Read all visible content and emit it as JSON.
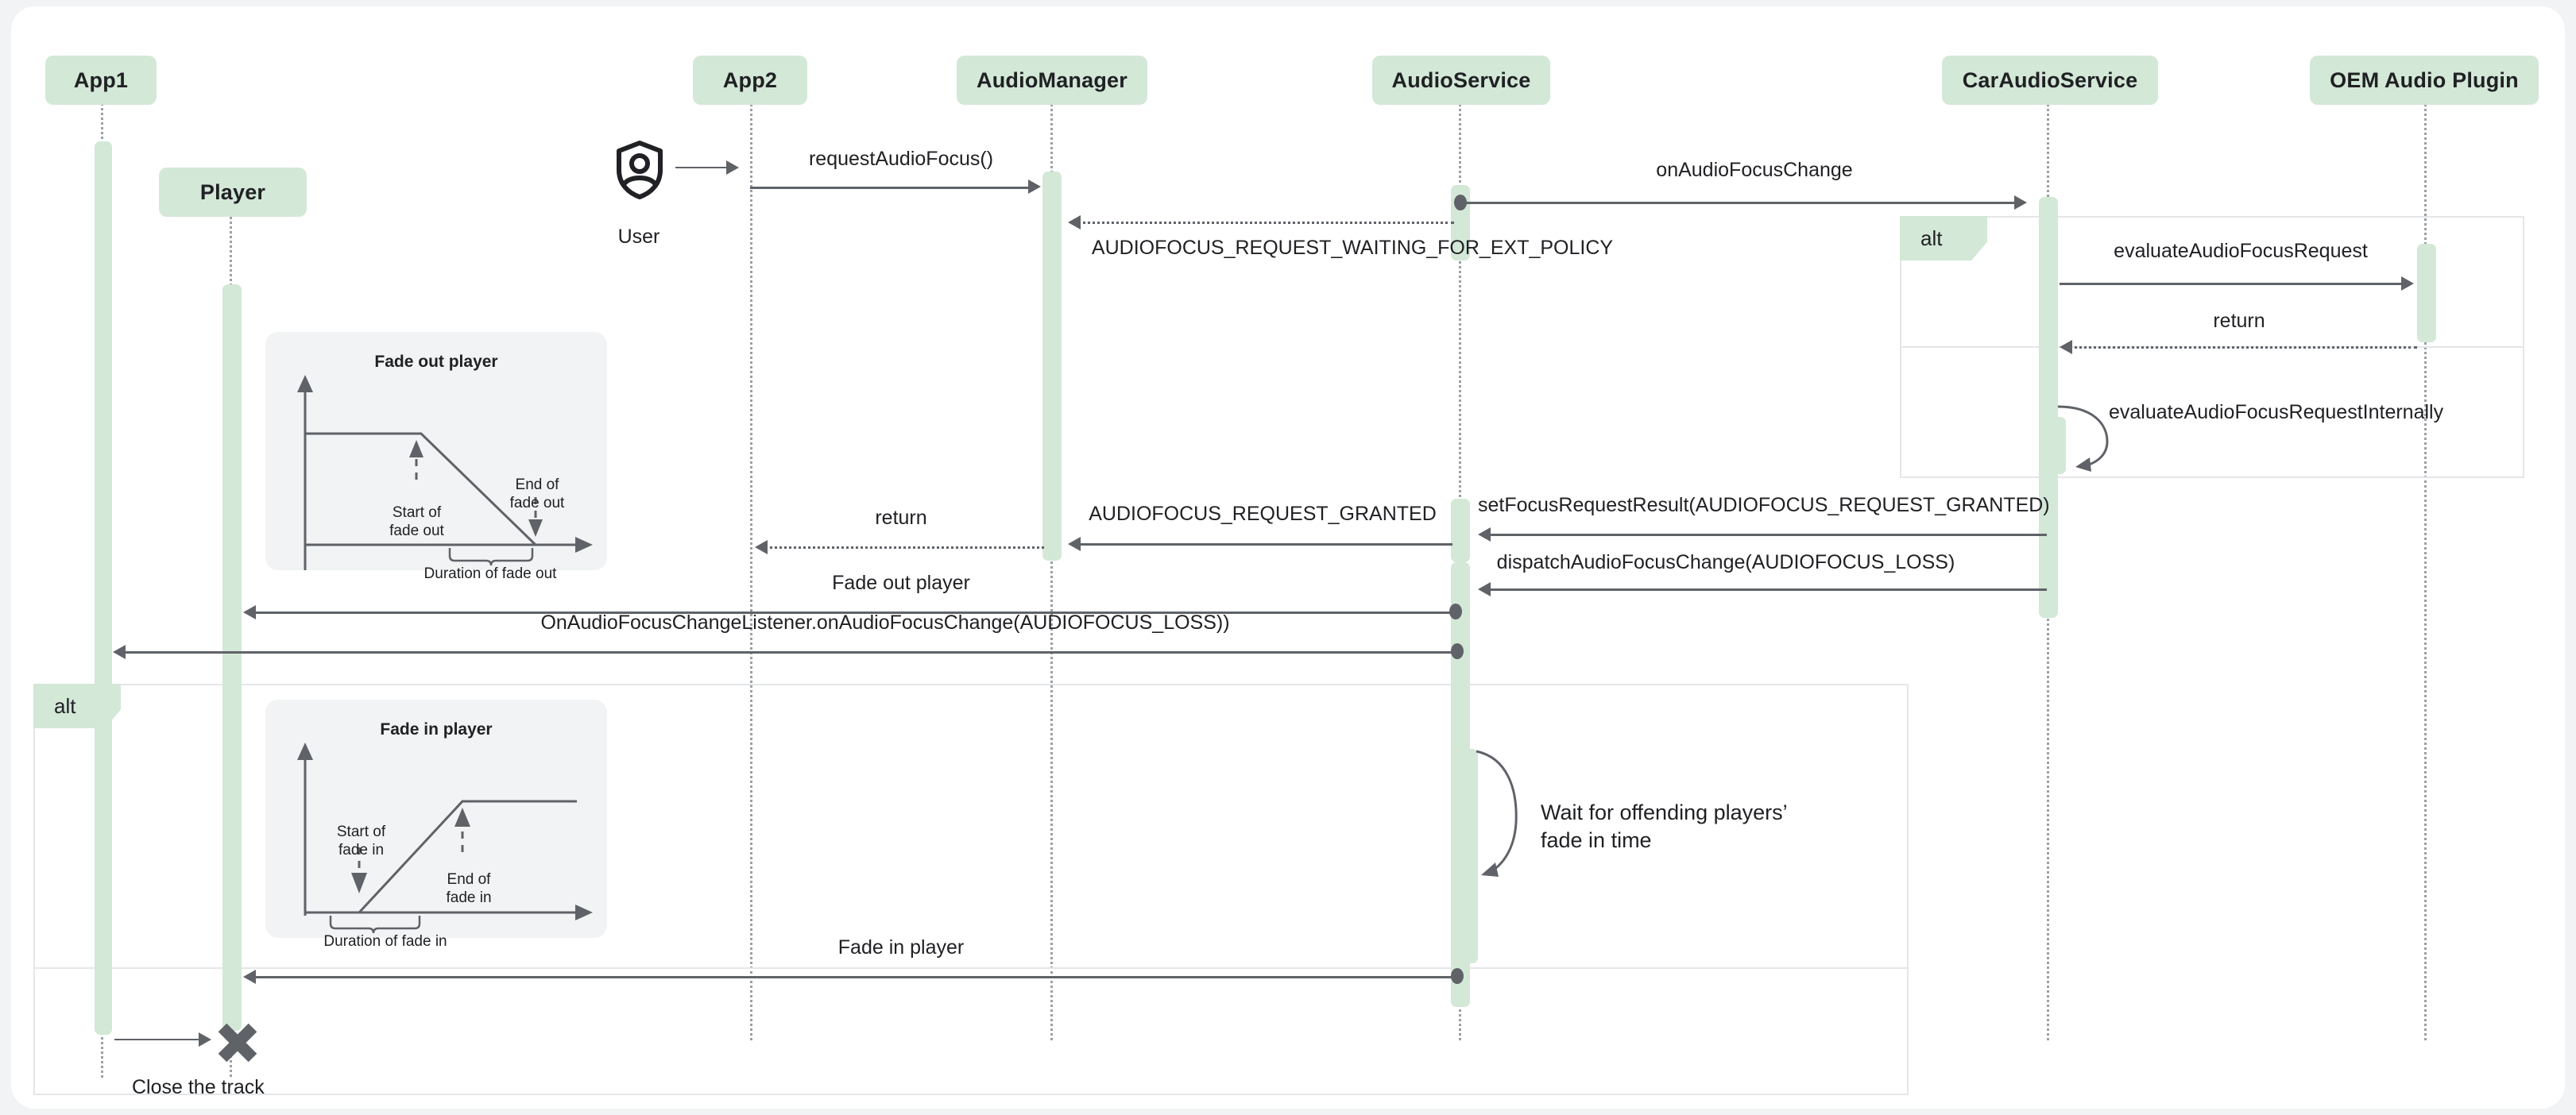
{
  "diagram": {
    "type": "uml-sequence-diagram",
    "colors": {
      "participant_fill": "#d3e8d7",
      "activation_fill": "#d3e8d7",
      "line": "#5f6368",
      "note_fill": "#f1f3f4",
      "frame_border": "#e4e6e8",
      "canvas": "#ffffff",
      "page_background": "#f1f3f4"
    },
    "participants": [
      {
        "id": "app1",
        "label": "App1"
      },
      {
        "id": "player",
        "label": "Player"
      },
      {
        "id": "app2",
        "label": "App2"
      },
      {
        "id": "audiomgr",
        "label": "AudioManager"
      },
      {
        "id": "audiosvc",
        "label": "AudioService"
      },
      {
        "id": "caraudiosvc",
        "label": "CarAudioService"
      },
      {
        "id": "oemplugin",
        "label": "OEM Audio Plugin"
      }
    ],
    "actor": {
      "label": "User",
      "icon": "user-shield-icon"
    },
    "messages": [
      {
        "id": "m0",
        "label": "requestAudioFocus()",
        "from": "app2",
        "to": "audiomgr",
        "style": "solid"
      },
      {
        "id": "m1",
        "label": "onAudioFocusChange",
        "from": "audiosvc",
        "to": "caraudiosvc",
        "style": "solid"
      },
      {
        "id": "m2",
        "label": "AUDIOFOCUS_REQUEST_WAITING_FOR_EXT_POLICY",
        "from": "audiosvc",
        "to": "audiomgr",
        "style": "dotted"
      },
      {
        "id": "m3",
        "label": "evaluateAudioFocusRequest",
        "from": "caraudiosvc",
        "to": "oemplugin",
        "style": "solid"
      },
      {
        "id": "m4",
        "label": "return",
        "from": "oemplugin",
        "to": "caraudiosvc",
        "style": "dotted"
      },
      {
        "id": "m5",
        "label": "evaluateAudioFocusRequestInternally",
        "from": "caraudiosvc",
        "to": "caraudiosvc",
        "style": "self"
      },
      {
        "id": "m6",
        "label": "setFocusRequestResult(AUDIOFOCUS_REQUEST_GRANTED)",
        "from": "caraudiosvc",
        "to": "audiosvc",
        "style": "solid"
      },
      {
        "id": "m7",
        "label": "AUDIOFOCUS_REQUEST_GRANTED",
        "from": "audiosvc",
        "to": "audiomgr",
        "style": "solid"
      },
      {
        "id": "m8",
        "label": "return",
        "from": "audiomgr",
        "to": "app2",
        "style": "dotted"
      },
      {
        "id": "m9",
        "label": "dispatchAudioFocusChange(AUDIOFOCUS_LOSS)",
        "from": "caraudiosvc",
        "to": "audiosvc",
        "style": "solid"
      },
      {
        "id": "m10",
        "label": "Fade out player",
        "from": "audiosvc",
        "to": "player",
        "style": "solid"
      },
      {
        "id": "m11",
        "label": "OnAudioFocusChangeListener.onAudioFocusChange(AUDIOFOCUS_LOSS))",
        "from": "audiosvc",
        "to": "app1",
        "style": "solid"
      },
      {
        "id": "m12",
        "label": "Fade in player",
        "from": "audiosvc",
        "to": "player",
        "style": "solid"
      },
      {
        "id": "m13",
        "label": "Close the track",
        "from": "app1",
        "to": "player",
        "style": "solid"
      }
    ],
    "self_note": "Wait for offending players’\n fade in time",
    "fragments": [
      {
        "id": "alt-right",
        "label": "alt",
        "participants": [
          "caraudiosvc",
          "oemplugin"
        ]
      },
      {
        "id": "alt-left",
        "label": "alt",
        "participants": [
          "app1",
          "player",
          "audiosvc"
        ]
      }
    ],
    "notes": [
      {
        "id": "fade-out-note",
        "title": "Fade out player",
        "labels": [
          "Start of\nfade out",
          "End of\nfade out",
          "Duration of fade out"
        ]
      },
      {
        "id": "fade-in-note",
        "title": "Fade in player",
        "labels": [
          "Start of\nfade in",
          "End of\nfade in",
          "Duration of fade in"
        ]
      }
    ],
    "destroy_marker": "destroy-x-icon"
  },
  "chart_data": [
    {
      "type": "line",
      "id": "fade-out-player",
      "title": "Fade out player",
      "xlabel": "",
      "ylabel": "",
      "grid": false,
      "legend": "none",
      "annotations": [
        "Start of fade out",
        "End of fade out",
        "Duration of fade out"
      ],
      "x": [
        0,
        55,
        100
      ],
      "values": [
        100,
        100,
        0
      ],
      "xlim": [
        0,
        115
      ],
      "ylim": [
        0,
        130
      ]
    },
    {
      "type": "line",
      "id": "fade-in-player",
      "title": "Fade in player",
      "xlabel": "",
      "ylabel": "",
      "grid": false,
      "legend": "none",
      "annotations": [
        "Start of fade in",
        "End of fade in",
        "Duration of fade in"
      ],
      "x": [
        0,
        20,
        62,
        100
      ],
      "values": [
        0,
        0,
        100,
        100
      ],
      "xlim": [
        0,
        115
      ],
      "ylim": [
        0,
        130
      ]
    }
  ]
}
